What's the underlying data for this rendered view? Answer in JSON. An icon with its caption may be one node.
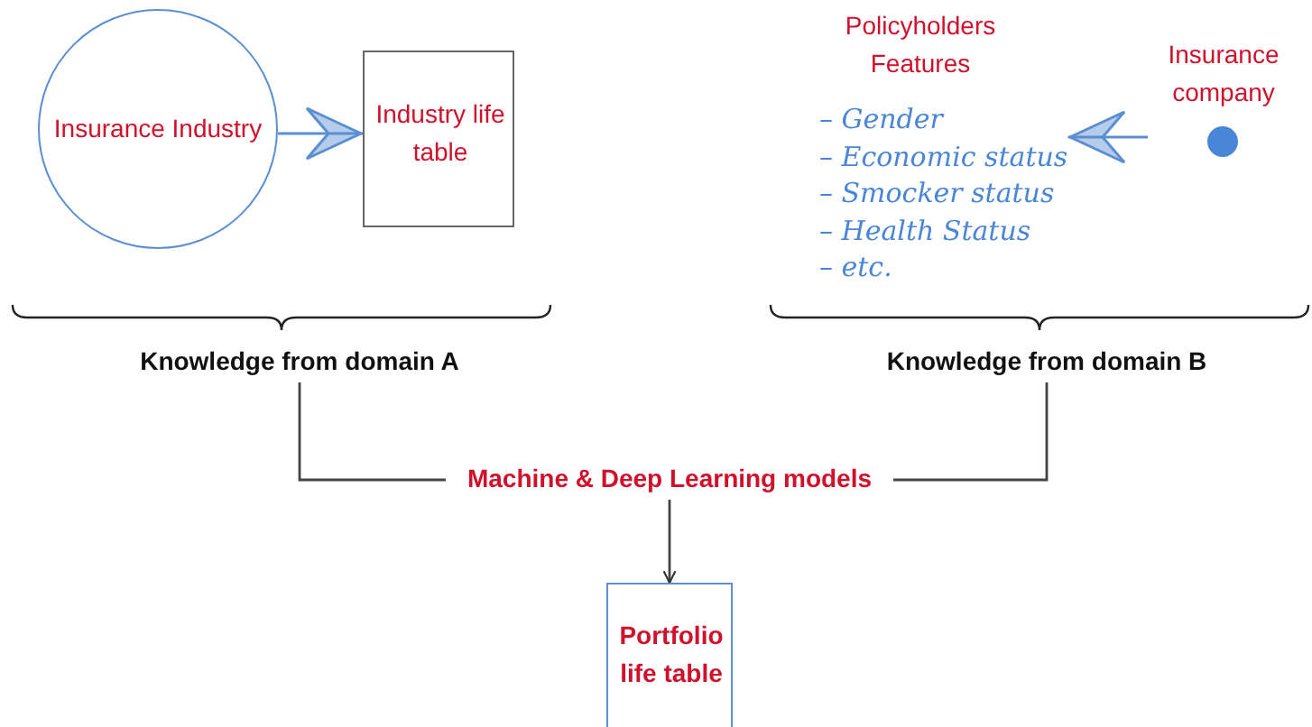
{
  "diagram": {
    "nodes": [
      {
        "text": [
          "Insurance Industry"
        ]
      },
      {
        "text": [
          "Industry life table"
        ]
      },
      {
        "text": [
          "Policyholders Features",
          "– Gender",
          "– Economic status",
          "– Smocker status",
          "– Health Status",
          "– etc."
        ]
      },
      {
        "text": [
          "Insurance company"
        ]
      },
      {
        "text": [
          "Knowledge from domain A"
        ]
      },
      {
        "text": [
          "Knowledge from domain B"
        ]
      },
      {
        "text": [
          "Machine & Deep Learning models"
        ]
      },
      {
        "text": [
          "Portfolio life table"
        ]
      }
    ],
    "edges": [
      {
        "from": 0,
        "to": 1,
        "arrow": "to",
        "color": "#5b8fd1"
      },
      {
        "from": 3,
        "to": 2,
        "arrow": "to",
        "color": "#5b8fd1"
      },
      {
        "from": 4,
        "to": 6,
        "arrow": "none"
      },
      {
        "from": 5,
        "to": 6,
        "arrow": "none"
      },
      {
        "from": 6,
        "to": 7,
        "arrow": "to"
      }
    ]
  }
}
